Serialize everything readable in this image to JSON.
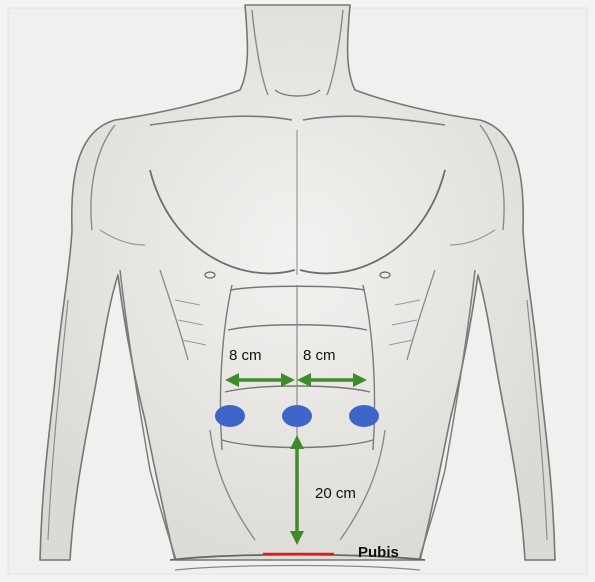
{
  "annotations": {
    "left_distance": "8 cm",
    "right_distance": "8 cm",
    "vertical_distance": "20 cm",
    "pubis": "Pubis"
  },
  "colors": {
    "arrow": "#3f8a2a",
    "port_marker": "#3e66c8",
    "pubis_line": "#e01b1b",
    "pencil": "#6b6b6b",
    "paper": "#f4f3f1"
  },
  "markers": {
    "port_count": 3
  }
}
